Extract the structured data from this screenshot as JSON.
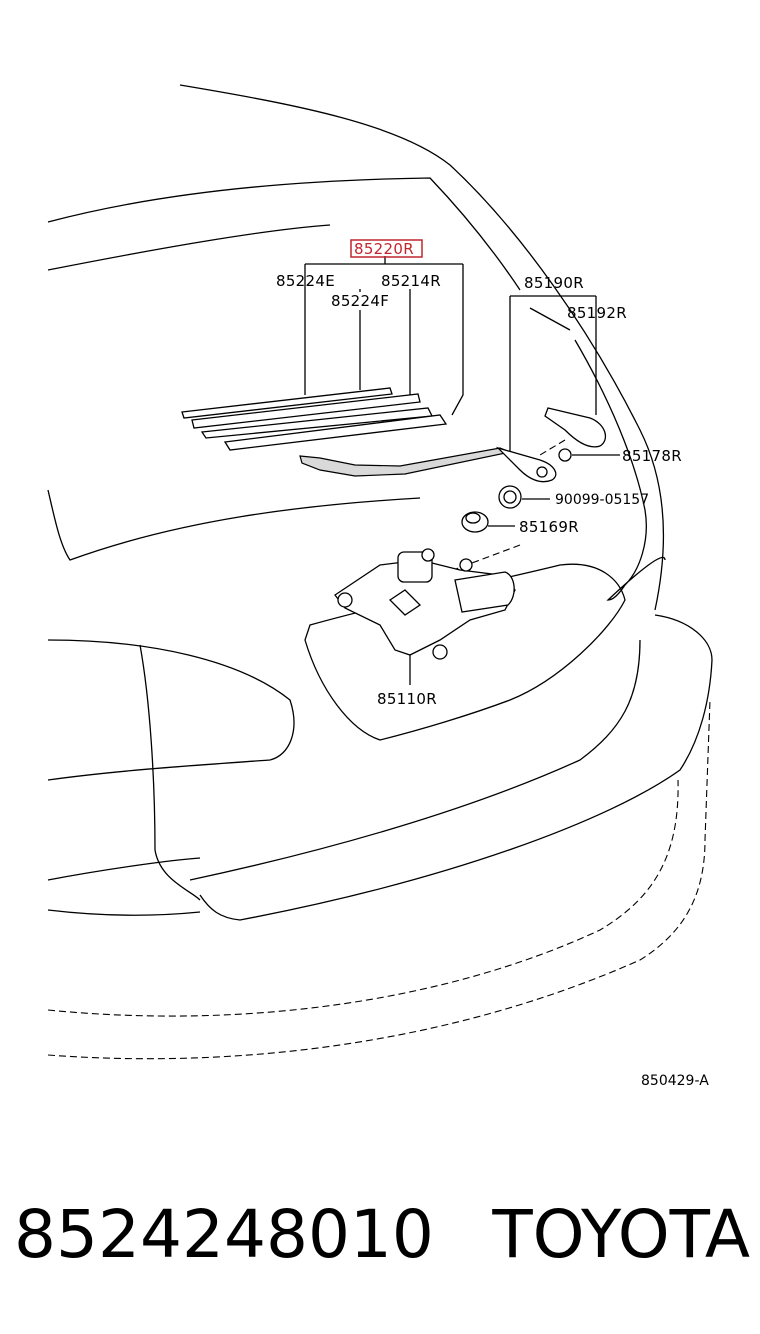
{
  "diagram": {
    "highlight_color": "#c0272d",
    "labels": {
      "p85220R": "85220R",
      "p85224E": "85224E",
      "p85214R": "85214R",
      "p85224F": "85224F",
      "p85190R": "85190R",
      "p85192R": "85192R",
      "p85178R": "85178R",
      "p90099": "90099-05157",
      "p85169R": "85169R",
      "p85110R": "85110R",
      "ref_code": "850429-A"
    }
  },
  "footer": {
    "part_number": "8524248010",
    "brand": "TOYOTA"
  }
}
